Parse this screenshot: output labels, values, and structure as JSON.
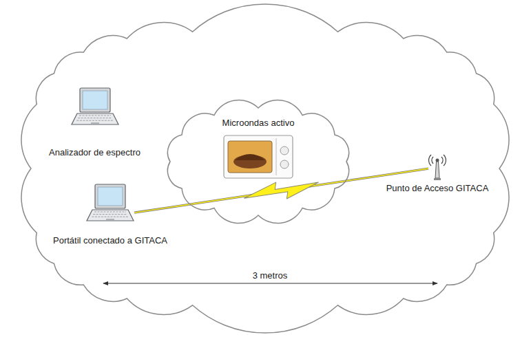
{
  "diagram": {
    "nodes": [
      {
        "text": [
          "Microondas activo"
        ]
      },
      {
        "text": [
          "Analizador de espectro"
        ]
      },
      {
        "text": [
          "Punto de Acceso GITACA"
        ]
      },
      {
        "text": [
          "Portátil conectado a GITACA"
        ]
      }
    ],
    "edges": [
      {
        "from": 3,
        "to": 2,
        "arrow": "none"
      }
    ],
    "labels": [
      "3 metros"
    ]
  }
}
